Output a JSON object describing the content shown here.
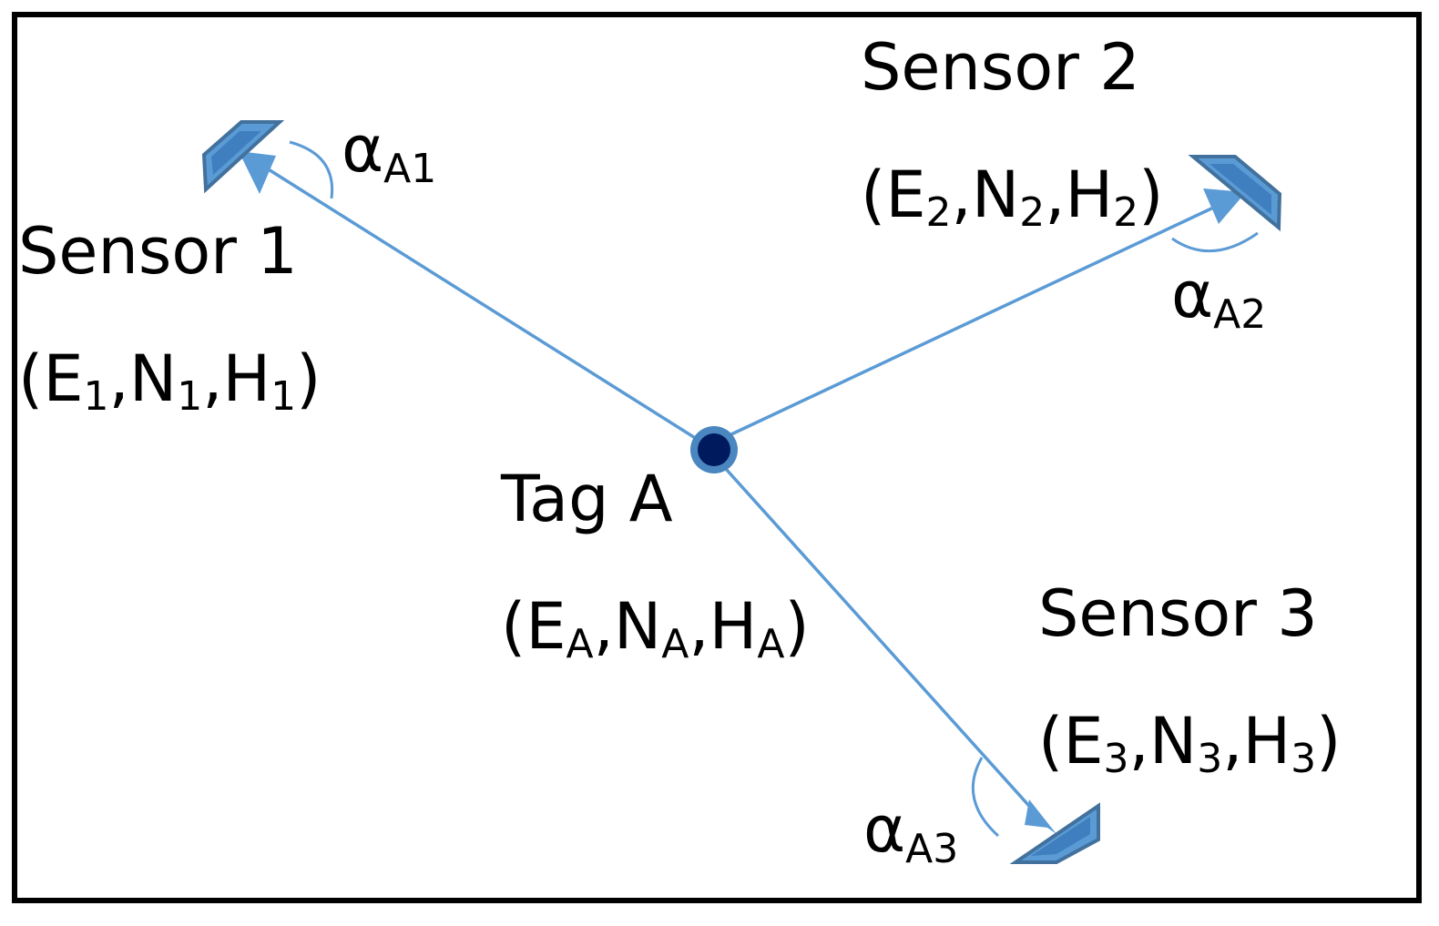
{
  "colors": {
    "frame": "#000000",
    "ray": "#5b9bd5",
    "sensor_fill": "#5b9bd5",
    "sensor_edge": "#41719c",
    "tag_fill": "#001a5e",
    "tag_ring": "#4a86c0",
    "text": "#000000"
  },
  "tag": {
    "name": "Tag A",
    "coord": {
      "open": "(",
      "e": "E",
      "n": "N",
      "h": "H",
      "sub": "A",
      "sep": ",",
      "close": ")"
    }
  },
  "sensors": [
    {
      "name": "Sensor 1",
      "coord": {
        "open": "(",
        "e": "E",
        "n": "N",
        "h": "H",
        "sub": "1",
        "sep": ",",
        "close": ")"
      },
      "angle": {
        "symbol": "α",
        "sub": "A1"
      }
    },
    {
      "name": "Sensor 2",
      "coord": {
        "open": "(",
        "e": "E",
        "n": "N",
        "h": "H",
        "sub": "2",
        "sep": ",",
        "close": ")"
      },
      "angle": {
        "symbol": "α",
        "sub": "A2"
      }
    },
    {
      "name": "Sensor 3",
      "coord": {
        "open": "(",
        "e": "E",
        "n": "N",
        "h": "H",
        "sub": "3",
        "sep": ",",
        "close": ")"
      },
      "angle": {
        "symbol": "α",
        "sub": "A3"
      }
    }
  ]
}
